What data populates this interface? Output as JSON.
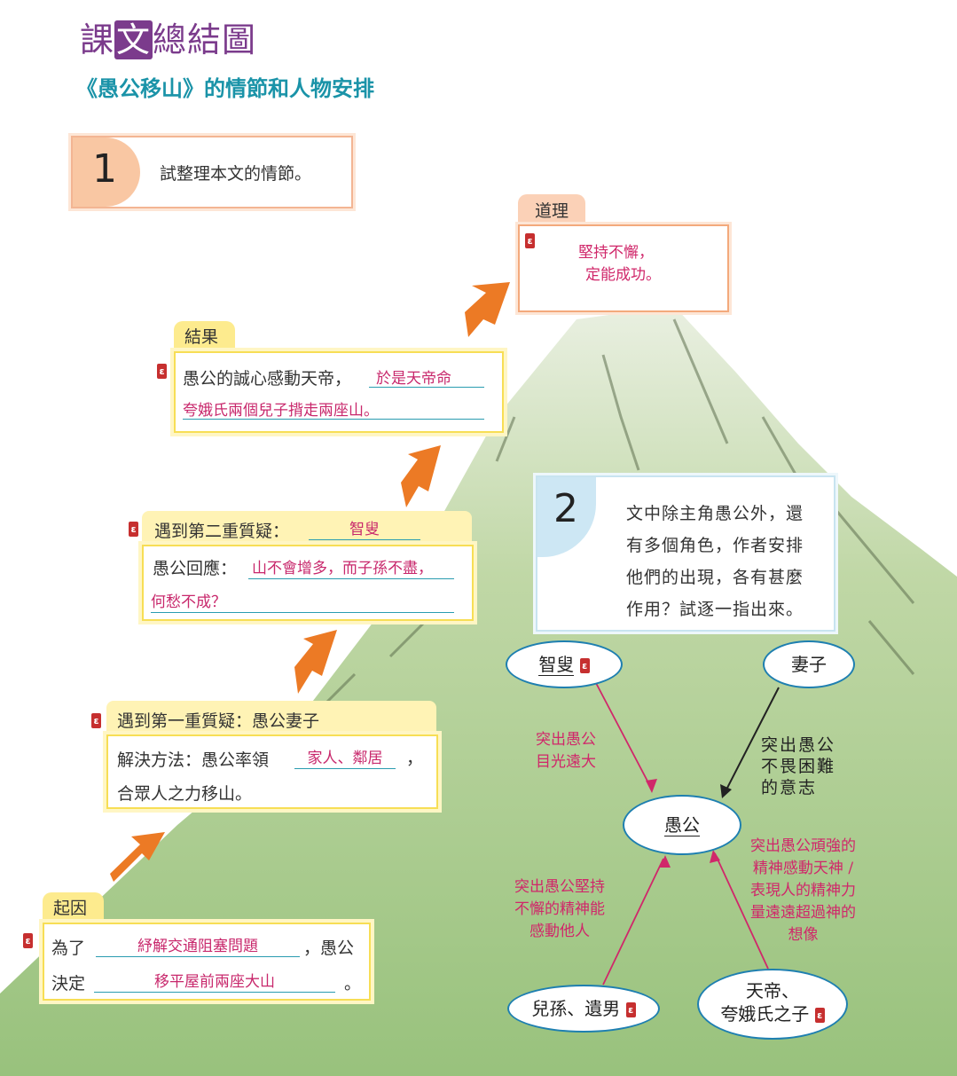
{
  "header": {
    "title_pre": "課",
    "title_hl": "文",
    "title_post": "總結圖",
    "subtitle": "《愚公移山》的情節和人物安排"
  },
  "task1": {
    "number": "1",
    "text": "試整理本文的情節。"
  },
  "lesson": {
    "tab": "道理",
    "line1": "堅持不懈，",
    "line2": "定能成功。"
  },
  "result": {
    "tab": "結果",
    "text": "愚公的誠心感動天帝，",
    "answer1": "於是天帝命",
    "answer2": "夸娥氏兩個兒子揹走兩座山。"
  },
  "doubt2": {
    "label": "遇到第二重質疑：",
    "answer": "智叟",
    "reply_label": "愚公回應：",
    "reply1": "山不會增多，而子孫不盡，",
    "reply2": "何愁不成？"
  },
  "doubt1": {
    "label": "遇到第一重質疑：愚公妻子",
    "method_label": "解決方法：愚公率領",
    "answer": "家人、鄰居",
    "comma": "，",
    "line2": "合眾人之力移山。"
  },
  "cause": {
    "tab": "起因",
    "pre": "為了",
    "answer1": "紓解交通阻塞問題",
    "post": "，愚公",
    "decide": "決定",
    "answer2": "移平屋前兩座大山",
    "end": "。"
  },
  "task2": {
    "number": "2",
    "line1": "文中除主角愚公外，還",
    "line2": "有多個角色，作者安排",
    "line3": "他們的出現，各有甚麼",
    "line4": "作用？試逐一指出來。"
  },
  "characters": {
    "center": "愚公",
    "zhisou": "智叟",
    "wife": "妻子",
    "descendants": "兒孫、遺男",
    "god1": "天帝、",
    "god2": "夸娥氏之子"
  },
  "notes": {
    "zhisou": [
      "突出愚公",
      "目光遠大"
    ],
    "wife": [
      "突出愚公",
      "不畏困難",
      "的意志"
    ],
    "descendants": [
      "突出愚公堅持",
      "不懈的精神能",
      "感動他人"
    ],
    "god": [
      "突出愚公頑強的",
      "精神感動天神 /",
      "表現人的精神力",
      "量遠遠超過神的",
      "想像"
    ]
  },
  "colors": {
    "purple": "#7b3b8c",
    "teal": "#1a93a8",
    "pink": "#d0276a",
    "orange": "#ec7a25",
    "mountain": "#9cc27a"
  }
}
